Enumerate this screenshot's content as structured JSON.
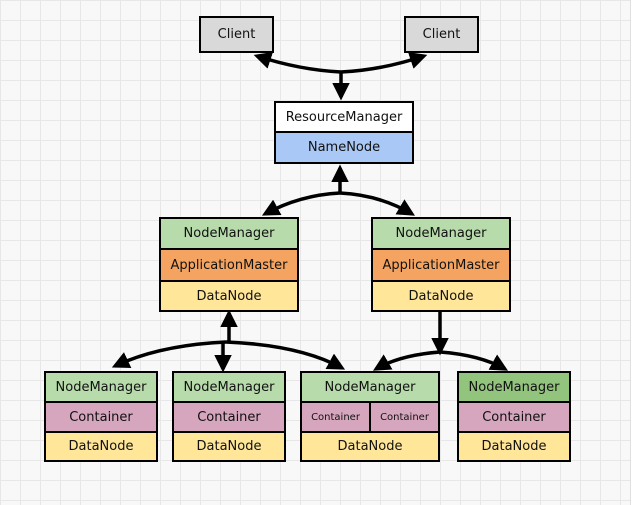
{
  "clients": [
    "Client",
    "Client"
  ],
  "resource_manager": "ResourceManager",
  "name_node": "NameNode",
  "master_nodes": [
    {
      "node_manager": "NodeManager",
      "app_master": "ApplicationMaster",
      "data_node": "DataNode"
    },
    {
      "node_manager": "NodeManager",
      "app_master": "ApplicationMaster",
      "data_node": "DataNode"
    }
  ],
  "worker_nodes": [
    {
      "node_manager": "NodeManager",
      "containers": [
        "Container"
      ],
      "data_node": "DataNode"
    },
    {
      "node_manager": "NodeManager",
      "containers": [
        "Container"
      ],
      "data_node": "DataNode"
    },
    {
      "node_manager": "NodeManager",
      "containers": [
        "Container",
        "Container"
      ],
      "data_node": "DataNode"
    },
    {
      "node_manager": "NodeManager",
      "containers": [
        "Container"
      ],
      "data_node": "DataNode"
    }
  ],
  "colors": {
    "client": "#d9d9d9",
    "resource_manager": "#ffffff",
    "name_node": "#a9c8f5",
    "node_manager": "#b7dbab",
    "node_manager_highlight": "#93c47d",
    "application_master": "#f4a460",
    "data_node": "#ffe699",
    "container": "#d5a6bd"
  }
}
